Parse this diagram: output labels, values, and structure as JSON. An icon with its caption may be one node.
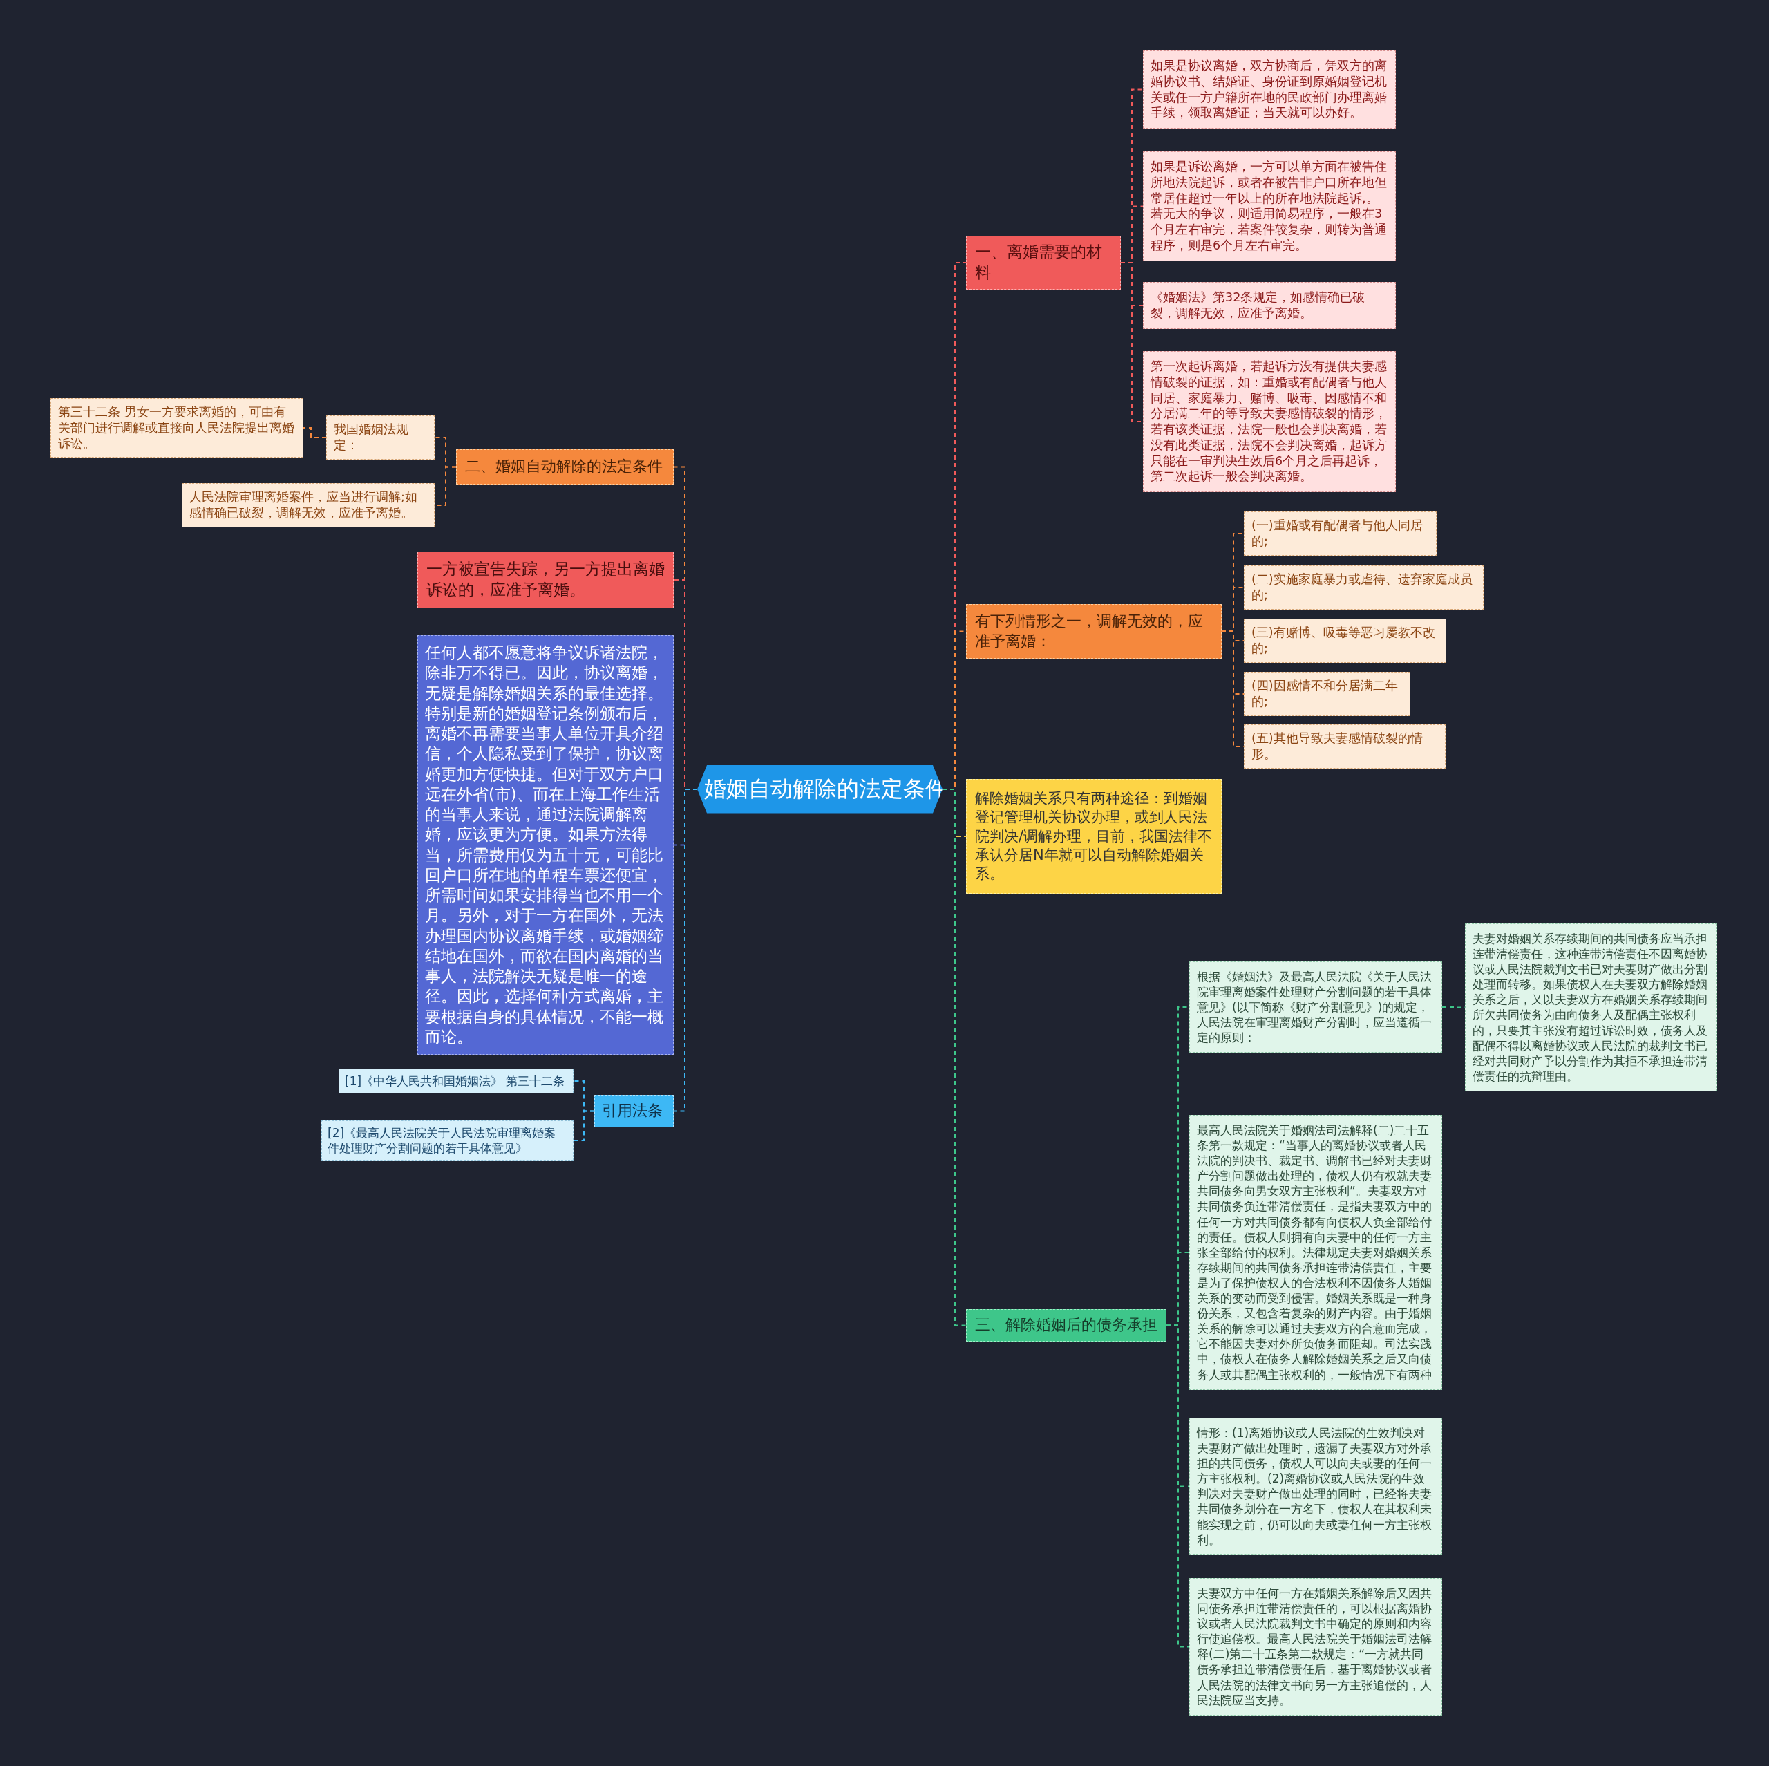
{
  "diagram": {
    "nodes": [
      {
        "text": [
          "婚姻自动解除的法定条件"
        ]
      },
      {
        "text": [
          "一、离婚需要的材料"
        ]
      },
      {
        "text": [
          "如果是协议离婚，双方协商后，凭双方的离婚协议书、结婚证、身份证到原婚姻登记机关或任一方户籍所在地的民政部门办理离婚手续，领取离婚证；当天就可以办好。"
        ]
      },
      {
        "text": [
          "如果是诉讼离婚，一方可以单方面在被告住所地法院起诉，或者在被告非户口所在地但常居住超过一年以上的所在地法院起诉,。若无大的争议，则适用简易程序，一般在3个月左右审完，若案件较复杂，则转为普通程序，则是6个月左右审完。"
        ]
      },
      {
        "text": [
          "《婚姻法》第32条规定，如感情确已破裂，调解无效，应准予离婚。"
        ]
      },
      {
        "text": [
          "第一次起诉离婚，若起诉方没有提供夫妻感情破裂的证据，如：重婚或有配偶者与他人同居、家庭暴力、赌博、吸毒、因感情不和分居满二年的等导致夫妻感情破裂的情形，若有该类证据，法院一般也会判决离婚，若没有此类证据，法院不会判决离婚，起诉方只能在一审判决生效后6个月之后再起诉，第二次起诉一般会判决离婚。"
        ]
      },
      {
        "text": [
          "有下列情形之一，调解无效的，应准予离婚："
        ]
      },
      {
        "text": [
          "(一)重婚或有配偶者与他人同居的;"
        ]
      },
      {
        "text": [
          "(二)实施家庭暴力或虐待、遗弃家庭成员的;"
        ]
      },
      {
        "text": [
          "(三)有赌博、吸毒等恶习屡教不改的;"
        ]
      },
      {
        "text": [
          "(四)因感情不和分居满二年的;"
        ]
      },
      {
        "text": [
          "(五)其他导致夫妻感情破裂的情形。"
        ]
      },
      {
        "text": [
          "解除婚姻关系只有两种途径：到婚姻登记管理机关协议办理，或到人民法院判决/调解办理，目前，我国法律不承认分居N年就可以自动解除婚姻关系。"
        ]
      },
      {
        "text": [
          "三、解除婚姻后的债务承担"
        ]
      },
      {
        "text": [
          "根据《婚姻法》及最高人民法院《关于人民法院审理离婚案件处理财产分割问题的若干具体意见》(以下简称《财产分割意见》)的规定，人民法院在审理离婚财产分割时，应当遵循一定的原则："
        ]
      },
      {
        "text": [
          "夫妻对婚姻关系存续期间的共同债务应当承担连带清偿责任，这种连带清偿责任不因离婚协议或人民法院裁判文书已对夫妻财产做出分割处理而转移。如果债权人在夫妻双方解除婚姻关系之后，又以夫妻双方在婚姻关系存续期间所欠共同债务为由向债务人及配偶主张权利的，只要其主张没有超过诉讼时效，债务人及配偶不得以离婚协议或人民法院的裁判文书已经对共同财产予以分割作为其拒不承担连带清偿责任的抗辩理由。"
        ]
      },
      {
        "text": [
          "最高人民法院关于婚姻法司法解释(二)二十五条第一款规定：“当事人的离婚协议或者人民法院的判决书、裁定书、调解书已经对夫妻财产分割问题做出处理的，债权人仍有权就夫妻共同债务向男女双方主张权利”。夫妻双方对共同债务负连带清偿责任，是指夫妻双方中的任何一方对共同债务都有向债权人负全部给付的责任。债权人则拥有向夫妻中的任何一方主张全部给付的权利。法律规定夫妻对婚姻关系存续期间的共同债务承担连带清偿责任，主要是为了保护债权人的合法权利不因债务人婚姻关系的变动而受到侵害。婚姻关系既是一种身份关系，又包含着复杂的财产内容。由于婚姻关系的解除可以通过夫妻双方的合意而完成，它不能因夫妻对外所负债务而阻却。司法实践中，债权人在债务人解除婚姻关系之后又向债务人或其配偶主张权利的，一般情况下有两种"
        ]
      },
      {
        "text": [
          "情形：(1)离婚协议或人民法院的生效判决对夫妻财产做出处理时，遗漏了夫妻双方对外承担的共同债务，债权人可以向夫或妻的任何一方主张权利。(2)离婚协议或人民法院的生效判决对夫妻财产做出处理的同时，已经将夫妻共同债务划分在一方名下，债权人在其权利未能实现之前，仍可以向夫或妻任何一方主张权利。"
        ]
      },
      {
        "text": [
          "夫妻双方中任何一方在婚姻关系解除后又因共同债务承担连带清偿责任的，可以根据离婚协议或者人民法院裁判文书中确定的原则和内容行使追偿权。最高人民法院关于婚姻法司法解释(二)第二十五条第二款规定：“一方就共同债务承担连带清偿责任后，基于离婚协议或者人民法院的法律文书向另一方主张追偿的，人民法院应当支持。"
        ]
      },
      {
        "text": [
          "二、婚姻自动解除的法定条件"
        ]
      },
      {
        "text": [
          "我国婚姻法规定："
        ]
      },
      {
        "text": [
          "第三十二条 男女一方要求离婚的，可由有关部门进行调解或直接向人民法院提出离婚诉讼。"
        ]
      },
      {
        "text": [
          "人民法院审理离婚案件，应当进行调解;如感情确已破裂，调解无效，应准予离婚。"
        ]
      },
      {
        "text": [
          "一方被宣告失踪，另一方提出离婚诉讼的，应准予离婚。"
        ]
      },
      {
        "text": [
          "任何人都不愿意将争议诉诸法院，除非万不得已。因此，协议离婚，无疑是解除婚姻关系的最佳选择。特别是新的婚姻登记条例颁布后，离婚不再需要当事人单位开具介绍信，个人隐私受到了保护，协议离婚更加方便快捷。但对于双方户口远在外省(市)、而在上海工作生活的当事人来说，通过法院调解离婚，应该更为方便。如果方法得当，所需费用仅为五十元，可能比回户口所在地的单程车票还便宜，所需时间如果安排得当也不用一个月。另外，对于一方在国外，无法办理国内协议离婚手续，或婚姻缔结地在国外，而欲在国内离婚的当事人，法院解决无疑是唯一的途径。因此，选择何种方式离婚，主要根据自身的具体情况，不能一概而论。"
        ]
      },
      {
        "text": [
          "引用法条"
        ]
      },
      {
        "text": [
          "[1]《中华人民共和国婚姻法》 第三十二条"
        ]
      },
      {
        "text": [
          "[2]《最高人民法院关于人民法院审理离婚案件处理财产分割问题的若干具体意见》"
        ]
      }
    ],
    "edges": [
      {
        "from": 0,
        "to": 1,
        "arrow": "none",
        "style": "dashed",
        "color": "#f05a5a"
      },
      {
        "from": 1,
        "to": 2,
        "arrow": "none",
        "style": "dashed",
        "color": "#f05a5a"
      },
      {
        "from": 1,
        "to": 3,
        "arrow": "none",
        "style": "dashed",
        "color": "#f05a5a"
      },
      {
        "from": 1,
        "to": 4,
        "arrow": "none",
        "style": "dashed",
        "color": "#f05a5a"
      },
      {
        "from": 1,
        "to": 5,
        "arrow": "none",
        "style": "dashed",
        "color": "#f05a5a"
      },
      {
        "from": 0,
        "to": 6,
        "arrow": "none",
        "style": "dashed",
        "color": "#f5883d"
      },
      {
        "from": 6,
        "to": 7,
        "arrow": "none",
        "style": "dashed",
        "color": "#f5883d"
      },
      {
        "from": 6,
        "to": 8,
        "arrow": "none",
        "style": "dashed",
        "color": "#f5883d"
      },
      {
        "from": 6,
        "to": 9,
        "arrow": "none",
        "style": "dashed",
        "color": "#f5883d"
      },
      {
        "from": 6,
        "to": 10,
        "arrow": "none",
        "style": "dashed",
        "color": "#f5883d"
      },
      {
        "from": 6,
        "to": 11,
        "arrow": "none",
        "style": "dashed",
        "color": "#f5883d"
      },
      {
        "from": 0,
        "to": 12,
        "arrow": "none",
        "style": "dashed",
        "color": "#f5c842"
      },
      {
        "from": 0,
        "to": 13,
        "arrow": "none",
        "style": "dashed",
        "color": "#3ec68a"
      },
      {
        "from": 13,
        "to": 14,
        "arrow": "none",
        "style": "dashed",
        "color": "#3ec68a"
      },
      {
        "from": 14,
        "to": 15,
        "arrow": "none",
        "style": "dashed",
        "color": "#3ec68a"
      },
      {
        "from": 13,
        "to": 16,
        "arrow": "none",
        "style": "dashed",
        "color": "#3ec68a"
      },
      {
        "from": 13,
        "to": 17,
        "arrow": "none",
        "style": "dashed",
        "color": "#3ec68a"
      },
      {
        "from": 13,
        "to": 18,
        "arrow": "none",
        "style": "dashed",
        "color": "#3ec68a"
      },
      {
        "from": 0,
        "to": 19,
        "arrow": "none",
        "style": "dashed",
        "color": "#f5883d"
      },
      {
        "from": 19,
        "to": 20,
        "arrow": "none",
        "style": "dashed",
        "color": "#f5883d"
      },
      {
        "from": 20,
        "to": 21,
        "arrow": "none",
        "style": "dashed",
        "color": "#f5883d"
      },
      {
        "from": 19,
        "to": 22,
        "arrow": "none",
        "style": "dashed",
        "color": "#f5883d"
      },
      {
        "from": 0,
        "to": 23,
        "arrow": "none",
        "style": "dashed",
        "color": "#f05a5a"
      },
      {
        "from": 0,
        "to": 24,
        "arrow": "none",
        "style": "dashed",
        "color": "#5468d4"
      },
      {
        "from": 0,
        "to": 25,
        "arrow": "none",
        "style": "dashed",
        "color": "#3db8f5"
      },
      {
        "from": 25,
        "to": 26,
        "arrow": "none",
        "style": "dashed",
        "color": "#3db8f5"
      },
      {
        "from": 25,
        "to": 27,
        "arrow": "none",
        "style": "dashed",
        "color": "#3db8f5"
      }
    ]
  }
}
